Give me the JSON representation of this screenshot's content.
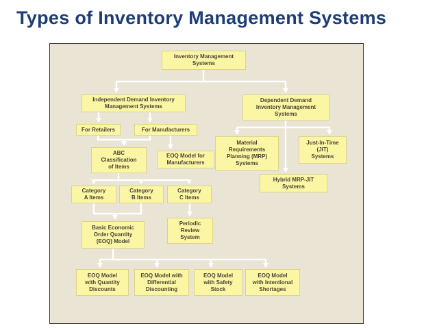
{
  "title": "Types of Inventory Management Systems",
  "colors": {
    "title_text": "#1d3d76",
    "canvas_background": "#e9e4d4",
    "node_background": "#faf6a4",
    "node_text": "#4c4234",
    "connector_lines": "#ffffff"
  },
  "diagram": {
    "nodes": {
      "inventory": {
        "label": "Inventory Management\nSystems"
      },
      "independent": {
        "label": "Independent Demand Inventory\nManagement Systems"
      },
      "dependent": {
        "label": "Dependent Demand\nInventory Management\nSystems"
      },
      "retailers": {
        "label": "For Retailers"
      },
      "manufacturers": {
        "label": "For Manufacturers"
      },
      "abc": {
        "label": "ABC\nClassification\nof Items"
      },
      "eoq_mfr": {
        "label": "EOQ Model for\nManufacturers"
      },
      "mrp": {
        "label": "Material\nRequirements\nPlanning (MRP)\nSystems"
      },
      "jit": {
        "label": "Just-In-Time\n(JIT)\nSystems"
      },
      "hybrid": {
        "label": "Hybrid MRP-JIT\nSystems"
      },
      "cat_a": {
        "label": "Category\nA Items"
      },
      "cat_b": {
        "label": "Category\nB Items"
      },
      "cat_c": {
        "label": "Category\nC Items"
      },
      "basic_eoq": {
        "label": "Basic Economic\nOrder Quantity\n(EOQ) Model"
      },
      "periodic": {
        "label": "Periodic\nReview\nSystem"
      },
      "eoq_qty": {
        "label": "EOQ Model\nwith Quantity\nDiscounts"
      },
      "eoq_diff": {
        "label": "EOQ Model with\nDifferential\nDiscounting"
      },
      "eoq_safety": {
        "label": "EOQ Model\nwith Safety\nStock"
      },
      "eoq_short": {
        "label": "EOQ Model\nwith Intentional\nShortages"
      }
    }
  }
}
